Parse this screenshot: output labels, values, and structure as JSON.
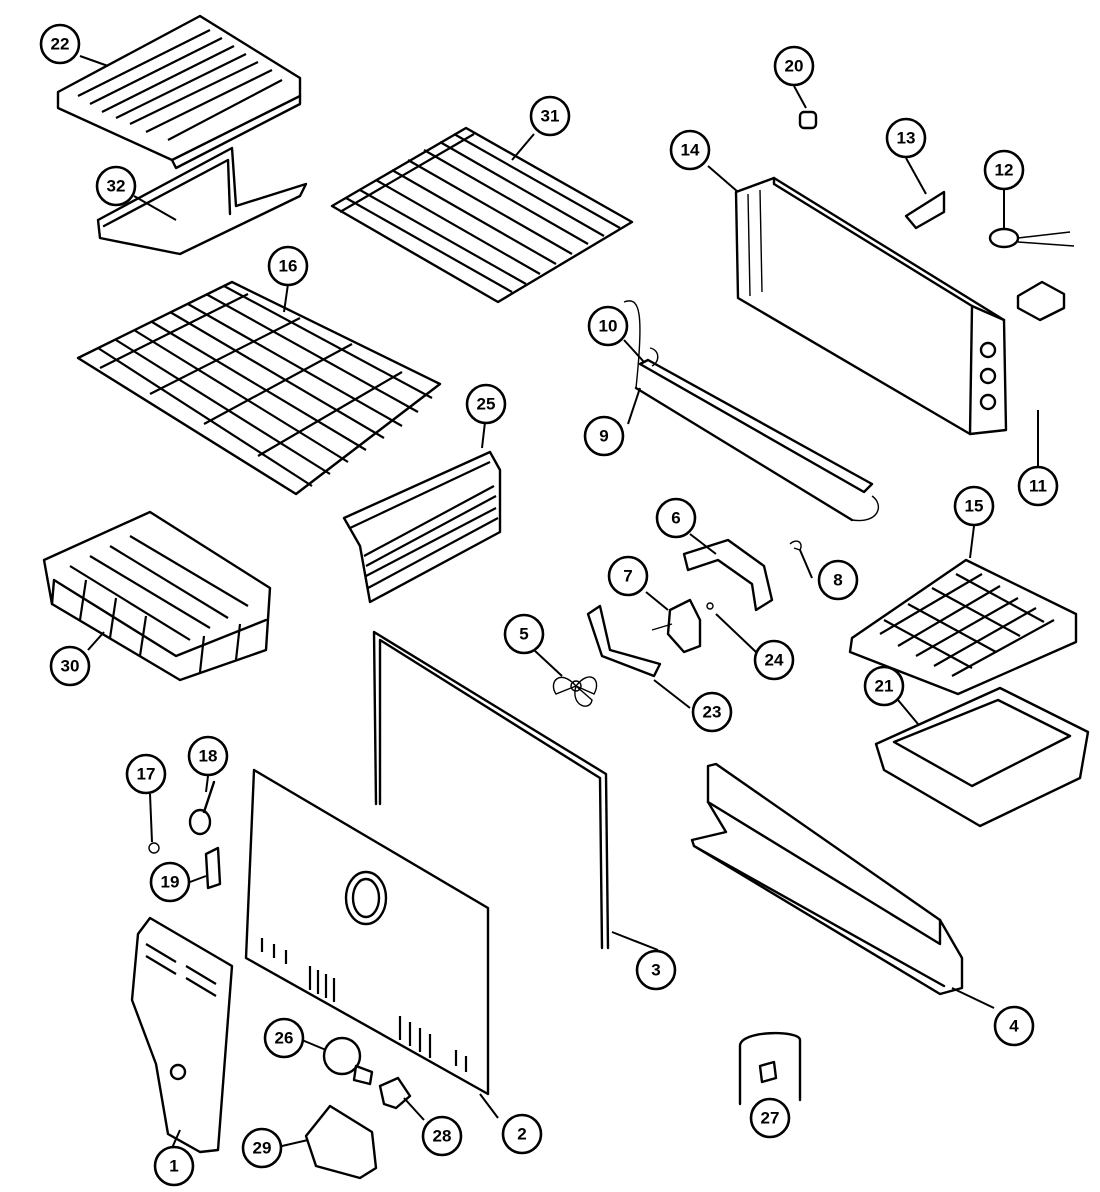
{
  "callouts": [
    {
      "id": "1",
      "label": "1"
    },
    {
      "id": "2",
      "label": "2"
    },
    {
      "id": "3",
      "label": "3"
    },
    {
      "id": "4",
      "label": "4"
    },
    {
      "id": "5",
      "label": "5"
    },
    {
      "id": "6",
      "label": "6"
    },
    {
      "id": "7",
      "label": "7"
    },
    {
      "id": "8",
      "label": "8"
    },
    {
      "id": "9",
      "label": "9"
    },
    {
      "id": "10",
      "label": "10"
    },
    {
      "id": "11",
      "label": "11"
    },
    {
      "id": "12",
      "label": "12"
    },
    {
      "id": "13",
      "label": "13"
    },
    {
      "id": "14",
      "label": "14"
    },
    {
      "id": "15",
      "label": "15"
    },
    {
      "id": "16",
      "label": "16"
    },
    {
      "id": "17",
      "label": "17"
    },
    {
      "id": "18",
      "label": "18"
    },
    {
      "id": "19",
      "label": "19"
    },
    {
      "id": "20",
      "label": "20"
    },
    {
      "id": "21",
      "label": "21"
    },
    {
      "id": "22",
      "label": "22"
    },
    {
      "id": "23",
      "label": "23"
    },
    {
      "id": "24",
      "label": "24"
    },
    {
      "id": "25",
      "label": "25"
    },
    {
      "id": "26",
      "label": "26"
    },
    {
      "id": "27",
      "label": "27"
    },
    {
      "id": "28",
      "label": "28"
    },
    {
      "id": "29",
      "label": "29"
    },
    {
      "id": "30",
      "label": "30"
    },
    {
      "id": "31",
      "label": "31"
    },
    {
      "id": "32",
      "label": "32"
    }
  ],
  "colors": {
    "ink": "#000000",
    "background": "#ffffff"
  }
}
